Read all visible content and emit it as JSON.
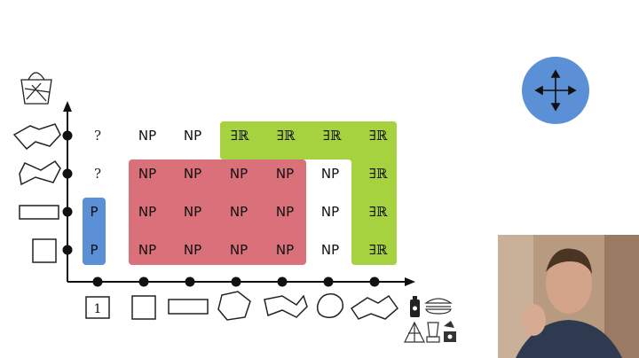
{
  "slide": {
    "grid": {
      "row_top": [
        "?",
        "NP",
        "NP",
        "∃ℝ",
        "∃ℝ",
        "∃ℝ",
        "∃ℝ"
      ],
      "row_2": [
        "?",
        "NP",
        "NP",
        "NP",
        "NP",
        "NP",
        "∃ℝ"
      ],
      "row_3": [
        "P",
        "NP",
        "NP",
        "NP",
        "NP",
        "NP",
        "∃ℝ"
      ],
      "row_4": [
        "P",
        "NP",
        "NP",
        "NP",
        "NP",
        "NP",
        "∃ℝ"
      ]
    },
    "x_axis_first_label": "1",
    "colors": {
      "p_region": "#5b8fd6",
      "np_region": "#d9707a",
      "er_region": "#a6d23f",
      "move_button": "#5b8fd6"
    },
    "icons": [
      "bag-icon",
      "move-icon",
      "bottle-icon",
      "sandwich-icon",
      "tent-icon",
      "blender-icon",
      "lamp-icon"
    ]
  }
}
